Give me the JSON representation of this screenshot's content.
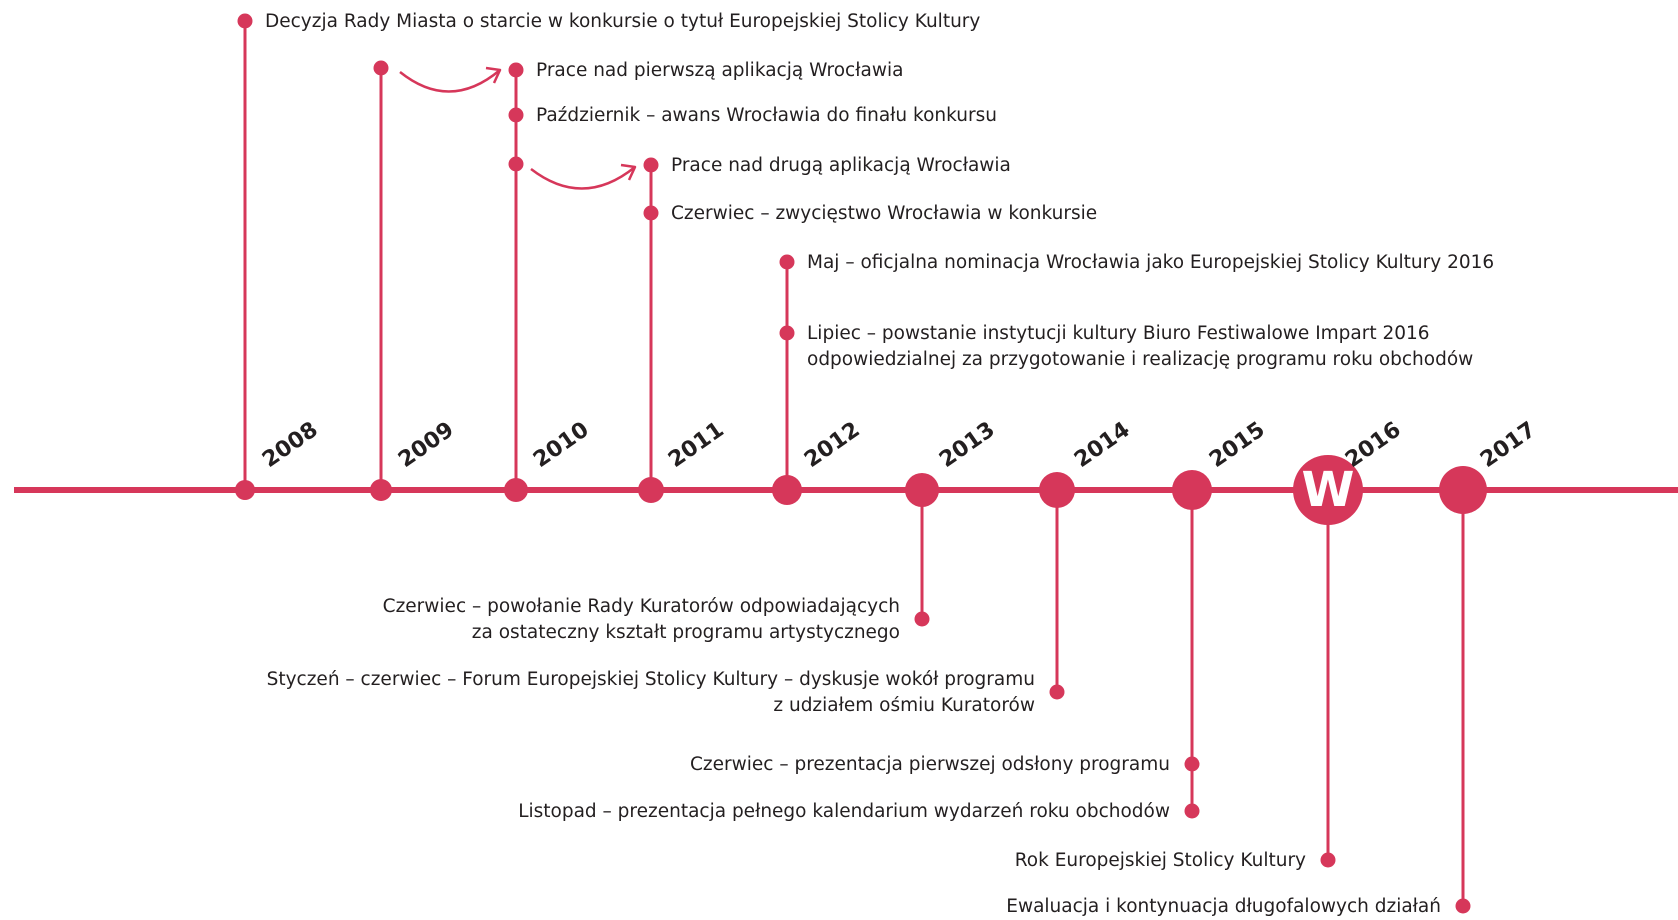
{
  "colors": {
    "accent": "#d6375a",
    "text": "#231f20",
    "background": "#ffffff"
  },
  "logo": {
    "letter": "W",
    "year": "2016"
  },
  "years": [
    "2008",
    "2009",
    "2010",
    "2011",
    "2012",
    "2013",
    "2014",
    "2015",
    "2016",
    "2017"
  ],
  "events_above": [
    {
      "year": "2008",
      "lines": [
        "Decyzja Rady Miasta o starcie w konkursie o tytuł Europejskiej Stolicy Kultury"
      ]
    },
    {
      "year": "2009",
      "lines": [
        "Prace nad pierwszą aplikacją Wrocławia"
      ]
    },
    {
      "year": "2010",
      "lines": [
        "Październik – awans Wrocławia do finału konkursu"
      ]
    },
    {
      "year": "2010",
      "lines": [
        "Prace nad drugą aplikacją Wrocławia"
      ]
    },
    {
      "year": "2011",
      "lines": [
        "Czerwiec – zwycięstwo Wrocławia w konkursie"
      ]
    },
    {
      "year": "2012",
      "lines": [
        "Maj – oficjalna nominacja Wrocławia jako Europejskiej Stolicy Kultury 2016"
      ]
    },
    {
      "year": "2012",
      "lines": [
        "Lipiec – powstanie instytucji kultury Biuro Festiwalowe Impart 2016",
        "odpowiedzialnej za przygotowanie i realizację programu roku obchodów"
      ]
    }
  ],
  "events_below": [
    {
      "year": "2013",
      "lines": [
        "Czerwiec – powołanie Rady Kuratorów odpowiadających",
        "za ostateczny kształt programu artystycznego"
      ]
    },
    {
      "year": "2014",
      "lines": [
        "Styczeń – czerwiec – Forum Europejskiej Stolicy Kultury – dyskusje wokół programu",
        "z udziałem ośmiu Kuratorów"
      ]
    },
    {
      "year": "2015",
      "lines": [
        "Czerwiec – prezentacja pierwszej odsłony programu"
      ]
    },
    {
      "year": "2015",
      "lines": [
        "Listopad – prezentacja pełnego kalendarium wydarzeń roku obchodów"
      ]
    },
    {
      "year": "2016",
      "lines": [
        "Rok Europejskiej Stolicy Kultury"
      ]
    },
    {
      "year": "2017",
      "lines": [
        "Ewaluacja i kontynuacja długofalowych działań"
      ]
    }
  ]
}
